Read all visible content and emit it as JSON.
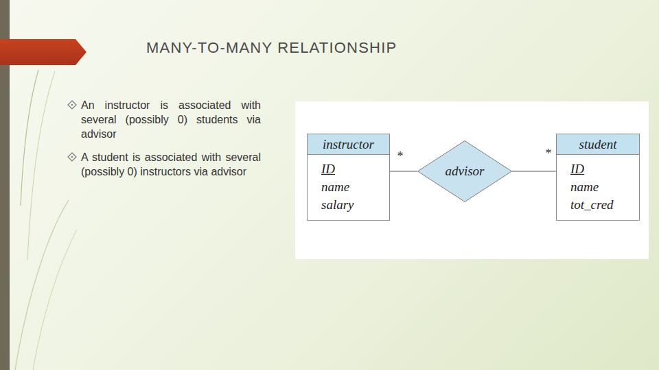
{
  "diagram": {
    "title": "MANY-TO-MANY RELATIONSHIP",
    "nodes": [
      {
        "text": [
          "instructor",
          "ID",
          "name",
          "salary"
        ]
      },
      {
        "text": [
          "advisor"
        ]
      },
      {
        "text": [
          "student",
          "ID",
          "name",
          "tot_cred"
        ]
      }
    ],
    "edges": [
      {
        "from": 0,
        "to": 1,
        "arrow": "none",
        "label": "*"
      },
      {
        "from": 1,
        "to": 2,
        "arrow": "none",
        "label": "*"
      }
    ],
    "labels": [
      "An instructor is associated with several (possibly 0) students via advisor",
      "A student is associated with several (possibly 0) instructors via advisor"
    ]
  }
}
